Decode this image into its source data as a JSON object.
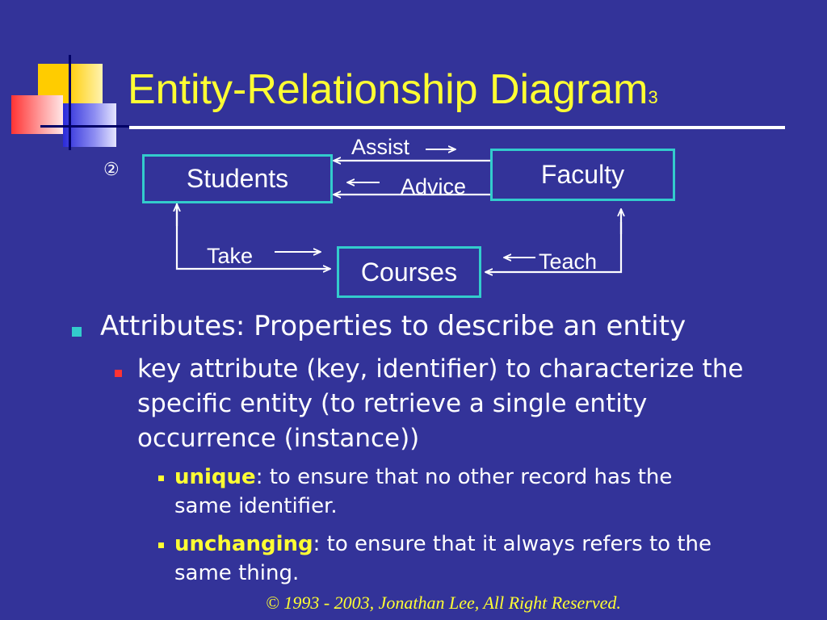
{
  "slide": {
    "title": "Entity-Relationship Diagram",
    "title_subscript": "3",
    "step_marker": "②",
    "colors": {
      "background": "#333399",
      "title": "#ffff33",
      "entity_border": "#33cccc",
      "text": "#ffffff",
      "keyword": "#ffff33"
    }
  },
  "diagram": {
    "entities": {
      "students": "Students",
      "faculty": "Faculty",
      "courses": "Courses"
    },
    "relationships": {
      "assist": "Assist",
      "advice": "Advice",
      "take": "Take",
      "teach": "Teach"
    }
  },
  "bullets": {
    "level1": "Attributes: Properties to describe an entity",
    "level2": {
      "line1": "key attribute (key, identifier) to characterize the",
      "line2": "specific entity (to retrieve a single entity",
      "line3": "occurrence (instance))"
    },
    "unique": {
      "keyword": "unique",
      "line1_rest": ": to ensure that no other record has the",
      "line2": "same identifier."
    },
    "unchanging": {
      "keyword": "unchanging",
      "line1_rest": ": to ensure that it always refers to the",
      "line2": "same thing."
    }
  },
  "footer": "© 1993 - 2003, Jonathan Lee, All Right Reserved."
}
